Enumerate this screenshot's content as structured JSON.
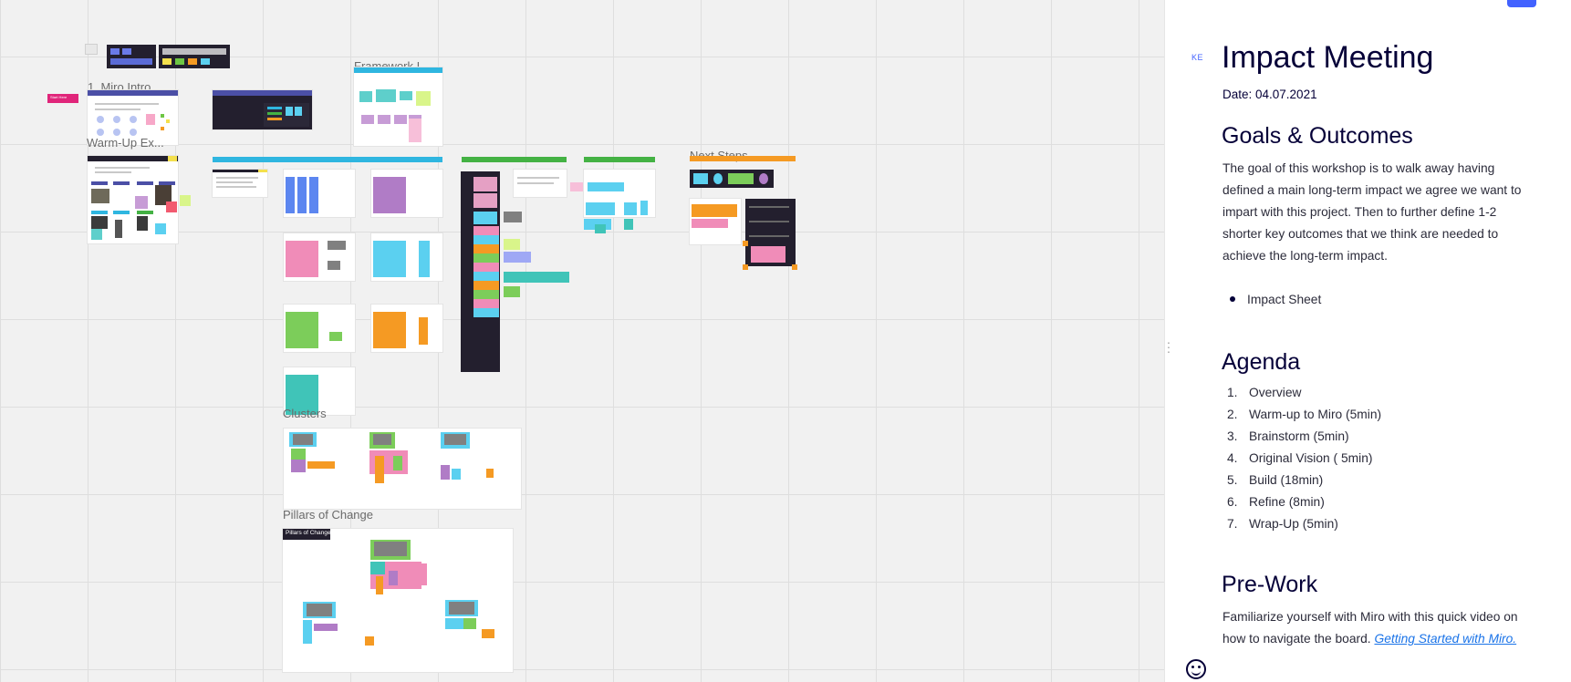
{
  "canvas": {
    "frames": {
      "miro_intro": "1. Miro Intro",
      "warm_up": "Warm-Up Ex...",
      "framework": "Framework I...",
      "next_steps": "Next Steps",
      "clusters": "Clusters",
      "pillars": "Pillars of Change"
    },
    "pillars_header": "Pillars of Change",
    "start_here": "Start Here"
  },
  "panel": {
    "avatar_initials": "KE",
    "title": "Impact Meeting",
    "date": "Date: 04.07.2021",
    "goals_heading": "Goals & Outcomes",
    "goals_text": "The goal of this workshop is to walk away having defined a main long-term impact we agree we want to impart with this project. Then to further define 1-2 shorter key outcomes that we think are needed to achieve the long-term impact.",
    "bullets": [
      "Impact Sheet"
    ],
    "agenda_heading": "Agenda",
    "agenda": [
      {
        "num": "1.",
        "label": "Overview"
      },
      {
        "num": "2.",
        "label": "Warm-up to Miro (5min)"
      },
      {
        "num": "3.",
        "label": "Brainstorm (5min)"
      },
      {
        "num": "4.",
        "label": "Original Vision ( 5min)"
      },
      {
        "num": "5.",
        "label": "Build (18min)"
      },
      {
        "num": "6.",
        "label": "Refine (8min)"
      },
      {
        "num": "7.",
        "label": "Wrap-Up (5min)"
      }
    ],
    "prework_heading": "Pre-Work",
    "prework_text": "Familiarize yourself with Miro with this quick video on how to navigate the board.",
    "prework_link": "Getting Started with Miro."
  },
  "colors": {
    "accent": "#4262ff",
    "navy": "#050038",
    "indigo": "#4b4fa6",
    "cyan": "#2fb6e0",
    "green": "#44b244",
    "orange": "#f59a23",
    "magenta": "#e0257a"
  },
  "icons": [
    "start-arrow-icon",
    "emoji-icon",
    "panel-resize-handle-icon"
  ]
}
